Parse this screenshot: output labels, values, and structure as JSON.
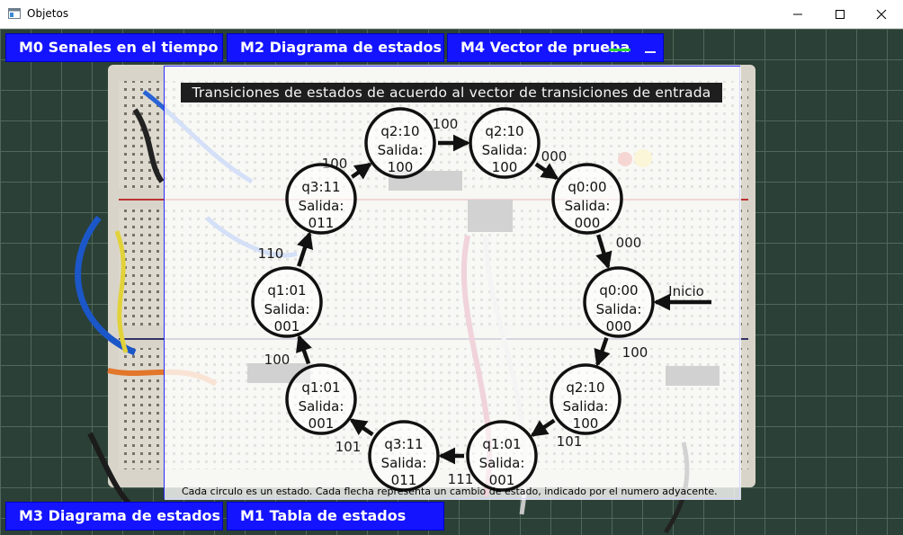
{
  "window": {
    "title": "Objetos",
    "buttons": {
      "minimize": "minimize-icon",
      "maximize": "maximize-icon",
      "close": "close-icon"
    }
  },
  "tabs": {
    "m0": "M0  Senales en el tiempo",
    "m2": "M2  Diagrama de estados",
    "m4": "M4  Vector de prueba",
    "m3": "M3  Diagrama de estados",
    "m1": "M1  Tabla de estados"
  },
  "diagram": {
    "heading": "Transiciones de estados de acuerdo al vector de transiciones de entrada",
    "caption": "Cada circulo es un estado. Cada flecha representa un cambio de estado, indicado por el numero adyacente.",
    "start_label": "Inicio",
    "states": [
      {
        "name": "q0:00",
        "output_label": "Salida:",
        "output": "000"
      },
      {
        "name": "q2:10",
        "output_label": "Salida:",
        "output": "100"
      },
      {
        "name": "q1:01",
        "output_label": "Salida:",
        "output": "001"
      },
      {
        "name": "q3:11",
        "output_label": "Salida:",
        "output": "011"
      },
      {
        "name": "q1:01",
        "output_label": "Salida:",
        "output": "001"
      },
      {
        "name": "q1:01",
        "output_label": "Salida:",
        "output": "001"
      },
      {
        "name": "q3:11",
        "output_label": "Salida:",
        "output": "011"
      },
      {
        "name": "q2:10",
        "output_label": "Salida:",
        "output": "100"
      },
      {
        "name": "q2:10",
        "output_label": "Salida:",
        "output": "100"
      },
      {
        "name": "q0:00",
        "output_label": "Salida:",
        "output": "000"
      }
    ],
    "transitions": [
      "100",
      "101",
      "111",
      "101",
      "100",
      "110",
      "100",
      "100",
      "000",
      "000"
    ]
  },
  "colors": {
    "tab_blue": "#1414ff",
    "overlay_border": "#2b2bff",
    "heading_band": "#1e1e1e",
    "background_green": "#2a3f35"
  }
}
